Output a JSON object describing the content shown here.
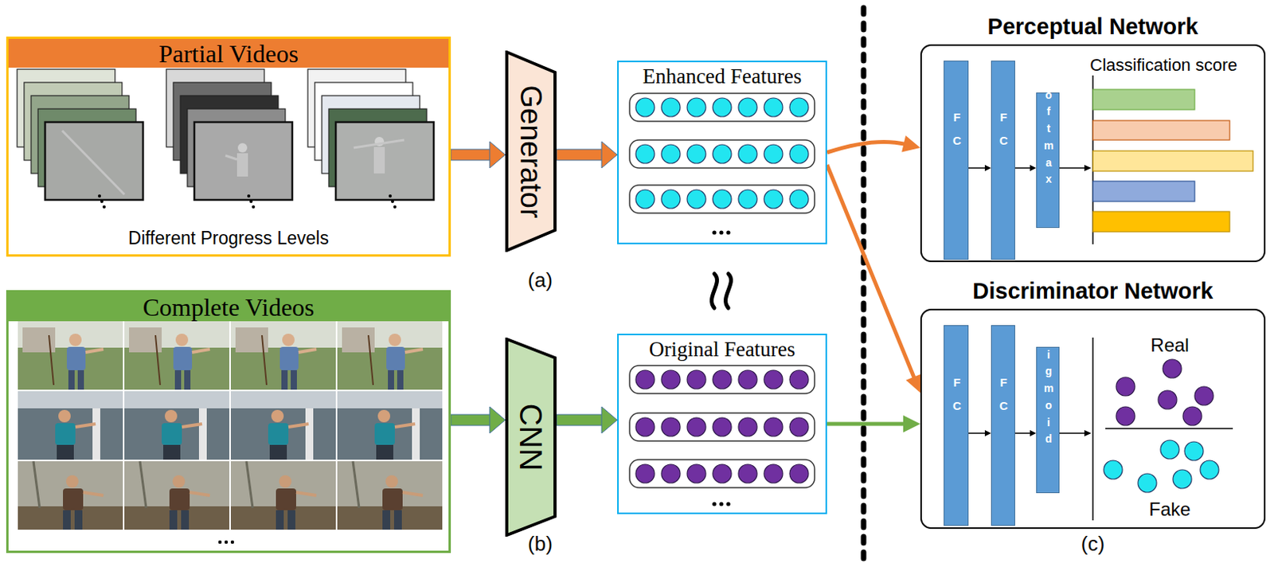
{
  "diagram": {
    "nodes": [
      {
        "text": [
          "Partial Videos",
          "Different Progress Levels"
        ]
      },
      {
        "text": [
          "Generator"
        ]
      },
      {
        "text": [
          "Enhanced Features"
        ]
      },
      {
        "text": [
          "Complete Videos"
        ]
      },
      {
        "text": [
          "CNN"
        ]
      },
      {
        "text": [
          "Original Features"
        ]
      },
      {
        "text": [
          "Perceptual Network"
        ]
      },
      {
        "text": [
          "FC"
        ],
        "in": 6
      },
      {
        "text": [
          "FC"
        ],
        "in": 6
      },
      {
        "text": [
          "softmax"
        ],
        "in": 6
      },
      {
        "text": [
          "Discriminator Network"
        ]
      },
      {
        "text": [
          "FC"
        ],
        "in": 10
      },
      {
        "text": [
          "FC"
        ],
        "in": 10
      },
      {
        "text": [
          "sigmoid"
        ],
        "in": 10
      }
    ],
    "edges": [
      {
        "from": 0,
        "to": 1,
        "arrow": "to"
      },
      {
        "from": 1,
        "to": 2,
        "arrow": "to"
      },
      {
        "from": 3,
        "to": 4,
        "arrow": "to"
      },
      {
        "from": 4,
        "to": 5,
        "arrow": "to"
      },
      {
        "from": 2,
        "to": 6,
        "arrow": "to"
      },
      {
        "from": 2,
        "to": 10,
        "arrow": "to"
      },
      {
        "from": 5,
        "to": 10,
        "arrow": "to"
      },
      {
        "from": 7,
        "to": 8,
        "arrow": "to"
      },
      {
        "from": 8,
        "to": 9,
        "arrow": "to"
      },
      {
        "from": 11,
        "to": 12,
        "arrow": "to"
      },
      {
        "from": 12,
        "to": 13,
        "arrow": "to"
      }
    ],
    "labels": [
      "(a)",
      "(b)",
      "(c)",
      "Classification score",
      "Real",
      "Fake"
    ]
  }
}
